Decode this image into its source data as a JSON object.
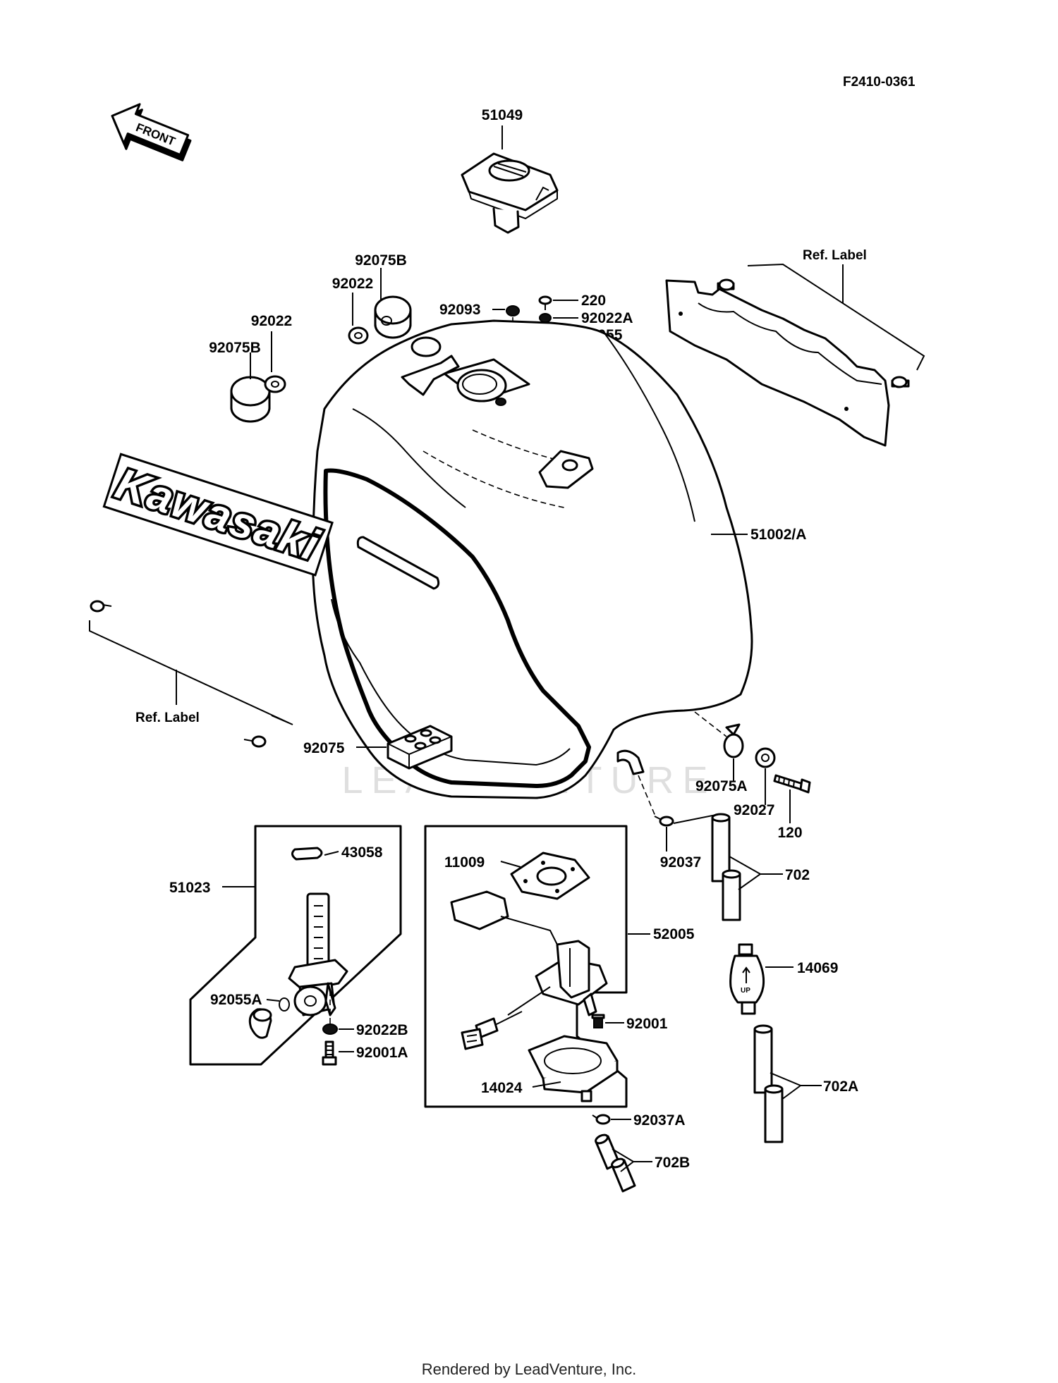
{
  "diagram": {
    "ref_code": "F2410-0361",
    "front_badge": "FRONT",
    "logo_text": "Kawasaki",
    "watermark": "LEADVENTURE",
    "parts": {
      "cap": "51049",
      "damper_b_left": "92075B",
      "washer_left": "92022",
      "damper_b_top": "92075B",
      "washer_top": "92022",
      "grommet_top": "92093",
      "screw_220": "220",
      "washer_a": "92022A",
      "oring": "92055",
      "ref_label_top": "Ref. Label",
      "tank": "51002/A",
      "ref_label_left": "Ref. Label",
      "damper_92075": "92075",
      "damper_a": "92075A",
      "collar": "92027",
      "bolt_120": "120",
      "clamp": "92037",
      "hose_702": "702",
      "filter": "14069",
      "hose_702a": "702A",
      "gasket_43058": "43058",
      "cock_assy": "51023",
      "oring_a": "92055A",
      "washer_b": "92022B",
      "bolt_a": "92001A",
      "gasket_11009": "11009",
      "pump_assy": "52005",
      "bolt_92001": "92001",
      "bracket_14024": "14024",
      "clamp_a": "92037A",
      "hose_702b": "702B"
    }
  },
  "footer": {
    "text": "Rendered by LeadVenture, Inc."
  }
}
